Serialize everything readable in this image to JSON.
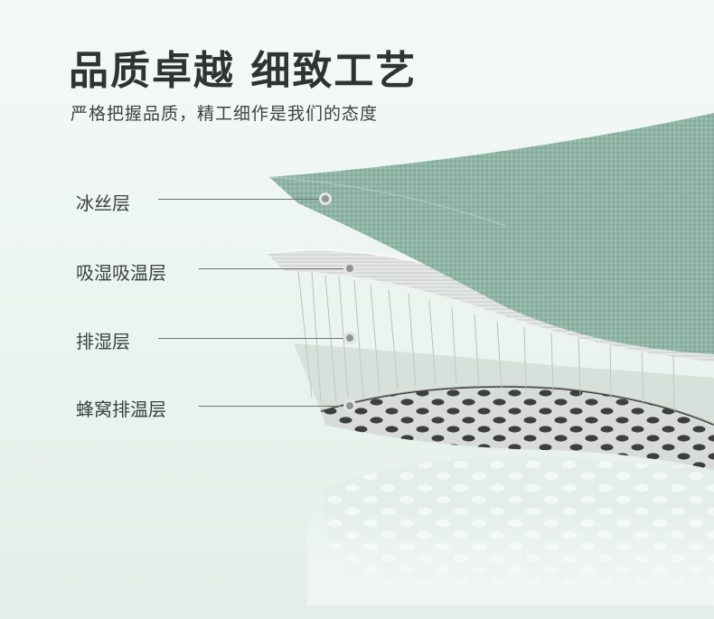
{
  "header": {
    "title": "品质卓越 细致工艺",
    "subtitle": "严格把握品质，精工细作是我们的态度"
  },
  "layers": [
    {
      "label": "冰丝层"
    },
    {
      "label": "吸湿吸温层"
    },
    {
      "label": "排湿层"
    },
    {
      "label": "蜂窝排温层"
    }
  ],
  "colors": {
    "background": "#eef5f2",
    "ice_silk": "#8fb4a6",
    "title_text": "#2f3331",
    "leader_line": "#6e7472"
  }
}
